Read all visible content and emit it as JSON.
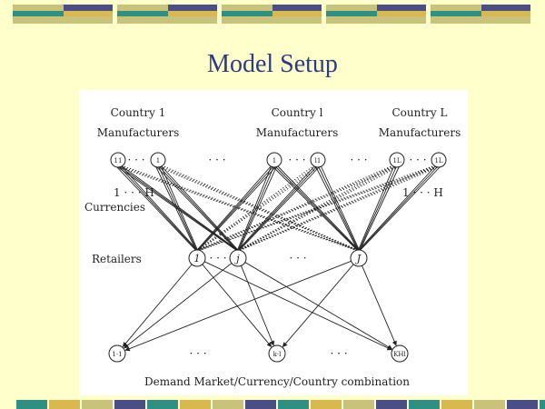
{
  "slide": {
    "title": "Model Setup"
  },
  "colors": {
    "background": "#ffffcc",
    "title": "#2e3a86",
    "stripe_olive": "#c8c27a",
    "stripe_navy": "#4b4d86",
    "stripe_teal": "#2f8f80",
    "stripe_gold": "#d9b84f"
  },
  "diagram": {
    "countries": [
      {
        "label": "Country 1",
        "sublabel": "Manufacturers"
      },
      {
        "label": "Country l",
        "sublabel": "Manufacturers"
      },
      {
        "label": "Country L",
        "sublabel": "Manufacturers"
      }
    ],
    "manufacturer_nodes": [
      "11",
      "1",
      "1",
      "l1",
      "1L",
      "1L"
    ],
    "ellipsis": "· · ·",
    "currency_range_left": "1 · · · H",
    "currency_range_right": "1 · · · H",
    "currencies_label": "Currencies",
    "retailers_label": "Retailers",
    "retailer_nodes": [
      "1",
      "j",
      "J"
    ],
    "demand_nodes": [
      "1·1",
      "k·l",
      "KHl"
    ],
    "footer": "Demand Market/Currency/Country combination"
  }
}
